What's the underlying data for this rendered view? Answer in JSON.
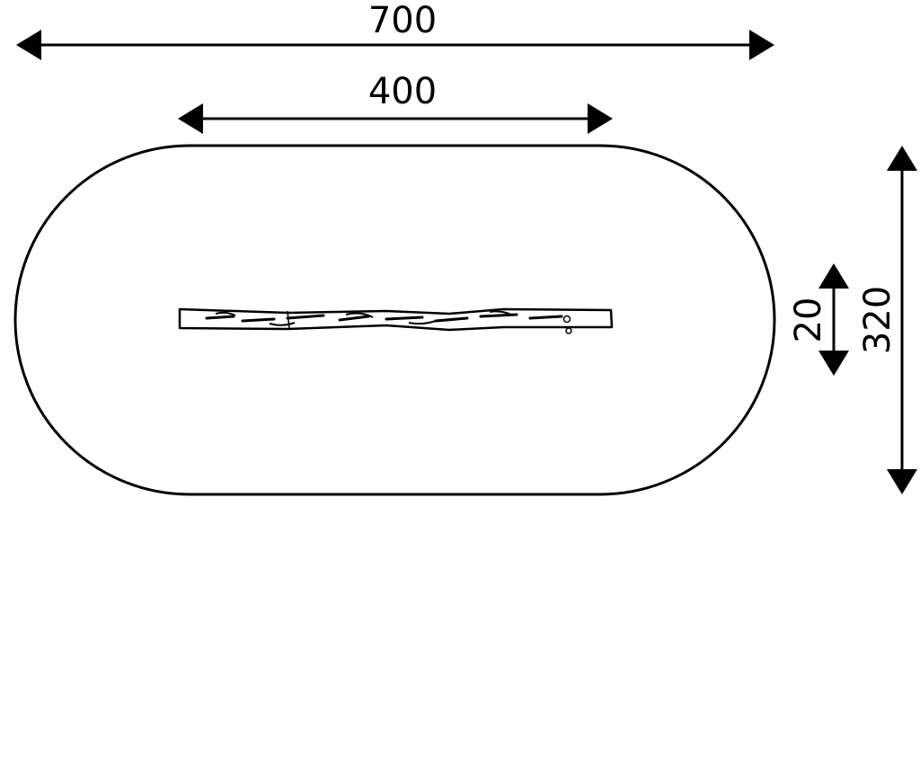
{
  "dimensions": {
    "overall_length": "700",
    "beam_length": "400",
    "beam_thickness": "20",
    "overall_width": "320"
  },
  "colors": {
    "line": "#000000",
    "background": "#ffffff",
    "beam_fill": "#ffffff"
  }
}
